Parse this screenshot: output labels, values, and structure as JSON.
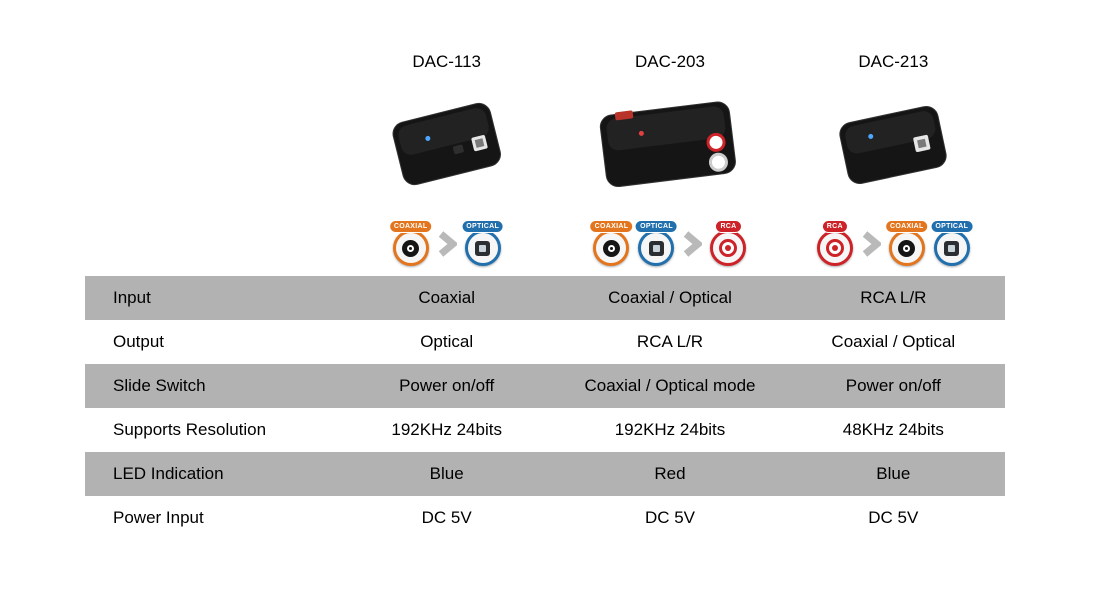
{
  "products": [
    {
      "name": "DAC-113",
      "flow": {
        "inputs": [
          "coaxial"
        ],
        "outputs": [
          "optical"
        ]
      }
    },
    {
      "name": "DAC-203",
      "flow": {
        "inputs": [
          "coaxial",
          "optical"
        ],
        "outputs": [
          "rca"
        ]
      }
    },
    {
      "name": "DAC-213",
      "flow": {
        "inputs": [
          "rca"
        ],
        "outputs": [
          "coaxial",
          "optical"
        ]
      }
    }
  ],
  "badge_labels": {
    "coaxial": "COAXIAL",
    "optical": "OPTICAL",
    "rca": "RCA"
  },
  "table": {
    "rows": [
      {
        "label": "Input",
        "values": [
          "Coaxial",
          "Coaxial / Optical",
          "RCA L/R"
        ]
      },
      {
        "label": "Output",
        "values": [
          "Optical",
          "RCA L/R",
          "Coaxial / Optical"
        ]
      },
      {
        "label": "Slide Switch",
        "values": [
          "Power on/off",
          "Coaxial / Optical mode",
          "Power on/off"
        ]
      },
      {
        "label": "Supports Resolution",
        "values": [
          "192KHz 24bits",
          "192KHz 24bits",
          "48KHz 24bits"
        ]
      },
      {
        "label": "LED Indication",
        "values": [
          "Blue",
          "Red",
          "Blue"
        ]
      },
      {
        "label": "Power Input",
        "values": [
          "DC 5V",
          "DC 5V",
          "DC 5V"
        ]
      }
    ]
  },
  "icons": {
    "flow_arrow": "chevron-right"
  },
  "colors": {
    "row_gray": "#b2b2b2",
    "coaxial_badge": "#e2751d",
    "optical_badge": "#2170ad",
    "rca_badge": "#cd2328",
    "arrow_gray": "#b9b9b9"
  }
}
